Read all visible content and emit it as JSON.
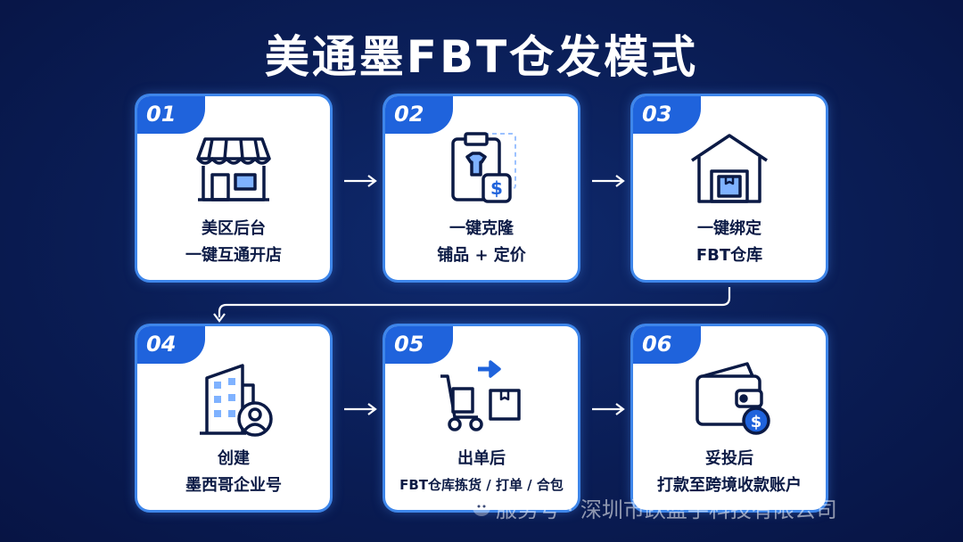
{
  "title": "美通墨FBT仓发模式",
  "steps": [
    {
      "num": "01",
      "line1": "美区后台",
      "line2": "一键互通开店",
      "icon": "storefront-icon"
    },
    {
      "num": "02",
      "line1": "一键克隆",
      "line2": "铺品 + 定价",
      "icon": "clipboard-price-icon"
    },
    {
      "num": "03",
      "line1": "一键绑定",
      "line2": "FBT仓库",
      "icon": "warehouse-icon"
    },
    {
      "num": "04",
      "line1": "创建",
      "line2": "墨西哥企业号",
      "icon": "building-user-icon"
    },
    {
      "num": "05",
      "line1": "出单后",
      "line2": "FBT仓库拣货 / 打单 / 合包",
      "icon": "cart-box-icon"
    },
    {
      "num": "06",
      "line1": "妥投后",
      "line2": "打款至跨境收款账户",
      "icon": "wallet-dollar-icon"
    }
  ],
  "watermark": "服务号 · 深圳市跃盈手科技有限公司",
  "colors": {
    "background": "#0a1d55",
    "accent": "#1f63dc",
    "card": "#ffffff",
    "text": "#0b1a45"
  }
}
